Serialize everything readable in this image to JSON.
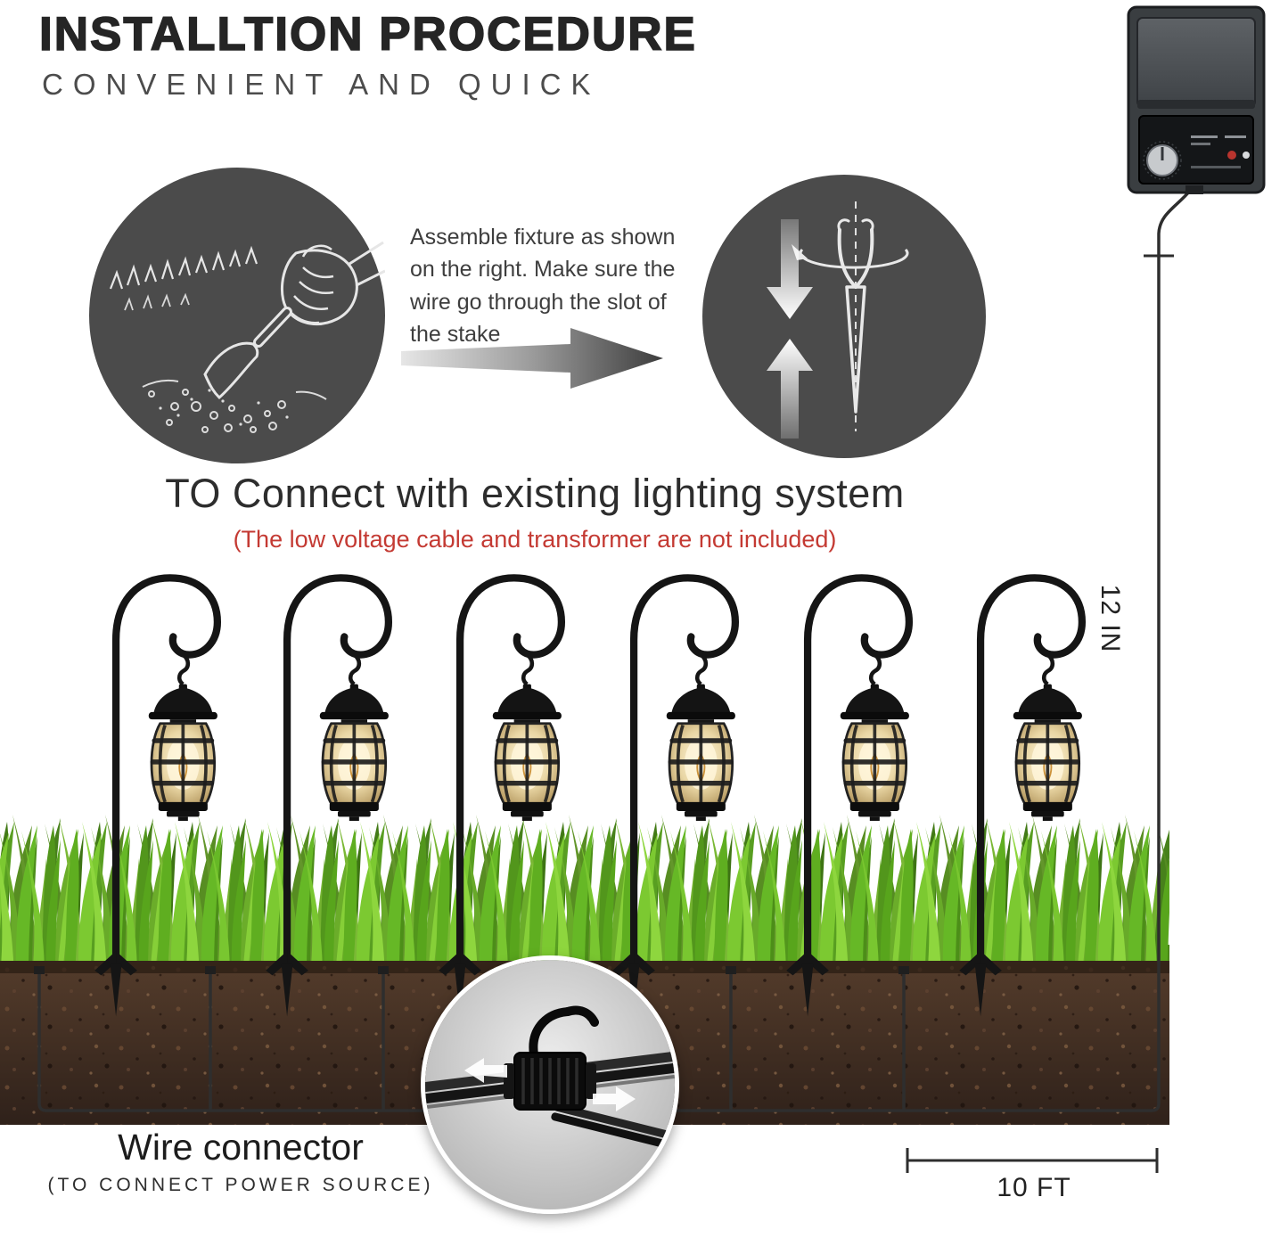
{
  "header": {
    "title": "INSTALLTION PROCEDURE",
    "subtitle": "CONVENIENT AND QUICK"
  },
  "assembly": {
    "note": "Assemble fixture as shown on the right. Make sure the wire go through the slot of the stake"
  },
  "connect": {
    "heading": "TO Connect with existing lighting system",
    "note": "(The low voltage cable and transformer are not included)"
  },
  "dims": {
    "height": "12 IN",
    "spacing": "10 FT"
  },
  "wire": {
    "label": "Wire connector",
    "sub": "(TO CONNECT POWER SOURCE)"
  },
  "colors": {
    "circle_gray": "#4b4b4b",
    "accent_red": "#c43a33",
    "grass_green": "#6fbf2a",
    "soil_brown": "#4a3426",
    "metal_black": "#151515"
  }
}
